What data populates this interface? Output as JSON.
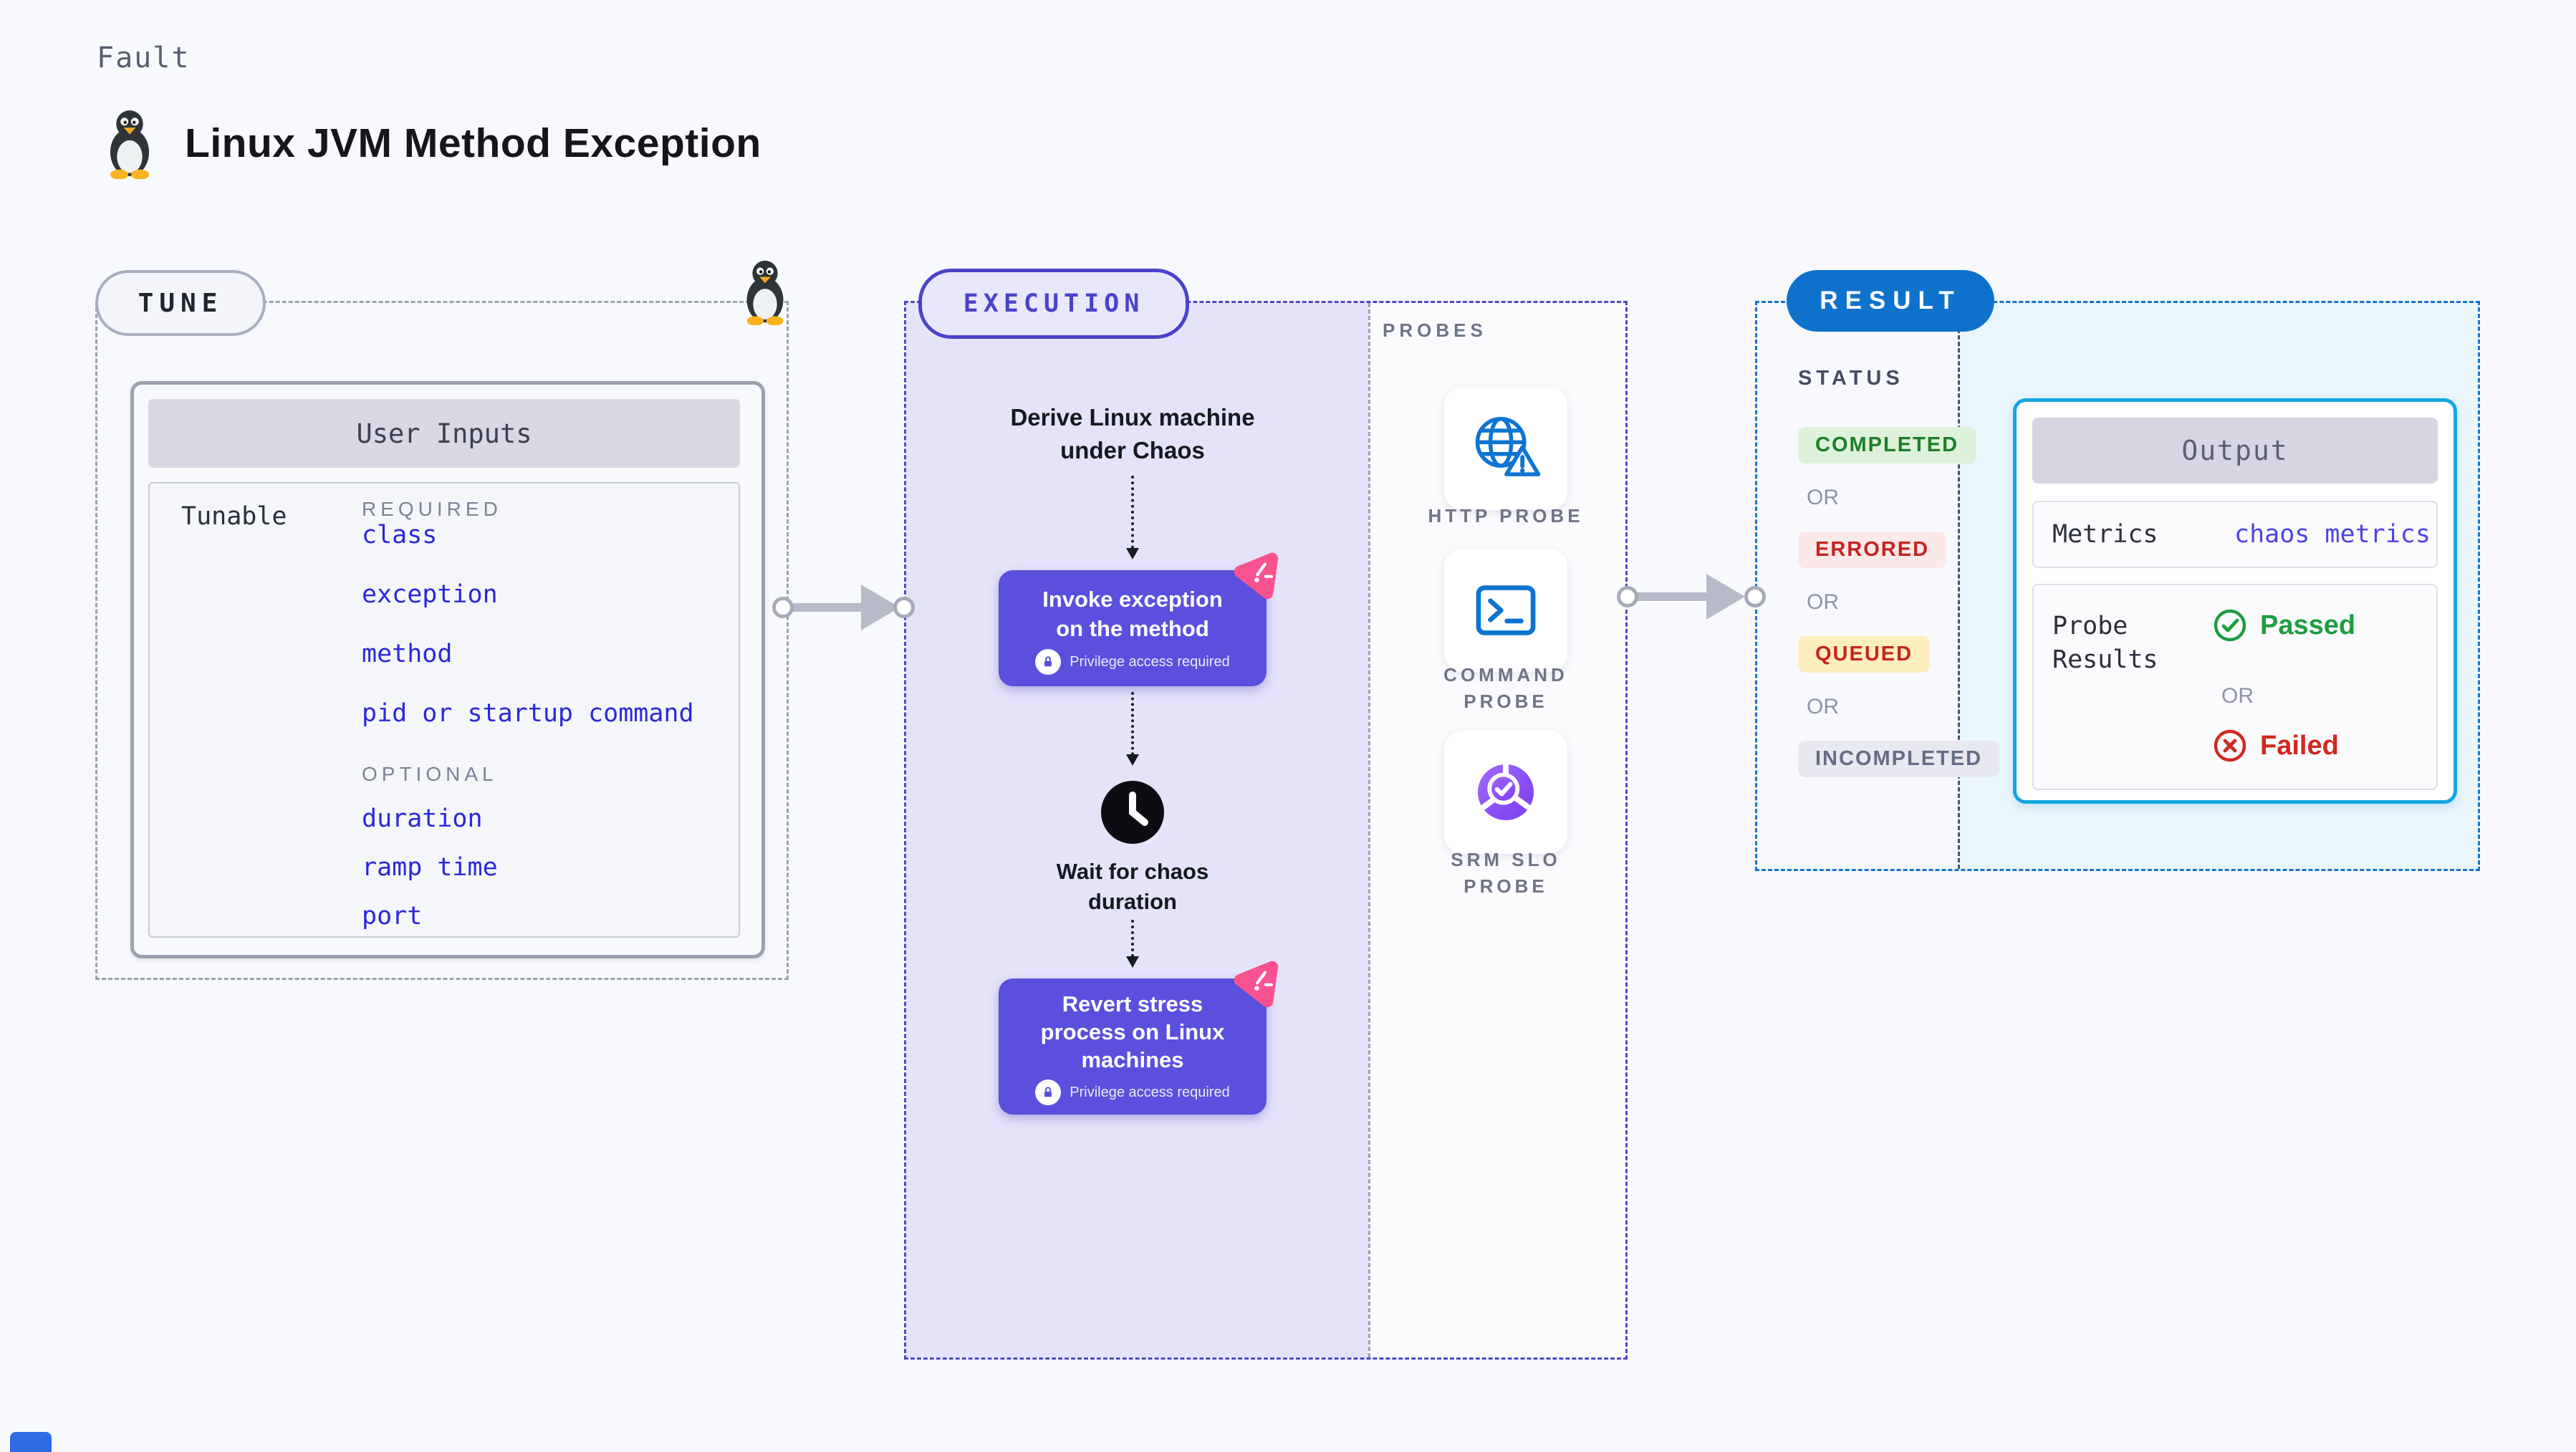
{
  "header": {
    "fault_label": "Fault",
    "title": "Linux JVM Method Exception"
  },
  "tune": {
    "badge": "TUNE",
    "card_title": "User Inputs",
    "row_label": "Tunable",
    "required_label": "REQUIRED",
    "required_items": [
      "class",
      "exception",
      "method",
      "pid or startup command"
    ],
    "optional_label": "OPTIONAL",
    "optional_items": [
      "duration",
      "ramp time",
      "port"
    ]
  },
  "execution": {
    "badge": "EXECUTION",
    "step1_lines": [
      "Derive Linux machine",
      "under Chaos"
    ],
    "invoke": {
      "lines": [
        "Invoke exception",
        "on the method"
      ],
      "note": "Privilege access required"
    },
    "wait_lines": [
      "Wait for chaos",
      "duration"
    ],
    "revert": {
      "lines": [
        "Revert stress",
        "process on Linux",
        "machines"
      ],
      "note": "Privilege access required"
    }
  },
  "probes": {
    "label": "PROBES",
    "items": [
      {
        "lines": [
          "HTTP PROBE"
        ]
      },
      {
        "lines": [
          "COMMAND",
          "PROBE"
        ]
      },
      {
        "lines": [
          "SRM SLO",
          "PROBE"
        ]
      }
    ]
  },
  "result": {
    "badge": "RESULT",
    "status_label": "STATUS",
    "statuses": [
      "COMPLETED",
      "ERRORED",
      "QUEUED",
      "INCOMPLETED"
    ],
    "or_label": "OR",
    "output": {
      "title": "Output",
      "metrics_label": "Metrics",
      "metrics_value": "chaos metrics",
      "probe_results_lines": [
        "Probe",
        "Results"
      ],
      "passed": "Passed",
      "failed": "Failed"
    }
  },
  "colors": {
    "accent_purple": "#5a50dd",
    "accent_indigo": "#4a43c9",
    "result_blue": "#0e72cc",
    "output_border_cyan": "#14a5e3",
    "chaos_pink": "#f9538f",
    "link_blue": "#2b28d9",
    "status_green": "#1e7e2b",
    "status_red": "#c5231f",
    "probe_icon_blue": "#0d74d1"
  }
}
